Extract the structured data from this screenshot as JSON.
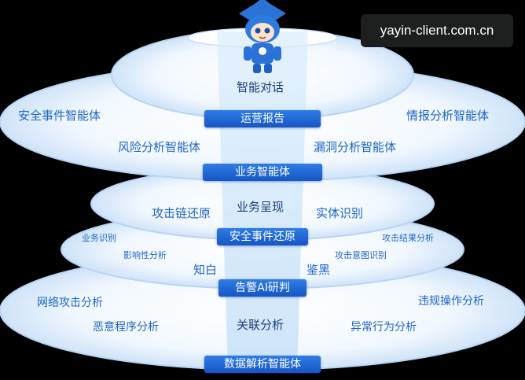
{
  "watermark": "yayin-client.com.cn",
  "colors": {
    "background": "#000000",
    "label_blue": "#1d66c7",
    "band_blue": "#1f68d6",
    "disc_fill": "#eef6ff",
    "disc_edge": "#b9d7f7",
    "center_beam": "#cfe6fb"
  },
  "mascot": "robot-mascot-icon",
  "top_level": {
    "center": "智能对话",
    "band": "运营报告"
  },
  "business_level": {
    "left_outer": "安全事件智能体",
    "right_outer": "情报分析智能体",
    "left_inner": "风险分析智能体",
    "right_inner": "漏洞分析智能体",
    "band": "业务智能体"
  },
  "event_level": {
    "left": "攻击链还原",
    "center": "业务呈现",
    "right": "实体识别",
    "band": "安全事件还原"
  },
  "alert_level": {
    "left_1": "业务识别",
    "left_2": "影响性分析",
    "left_3": "知白",
    "right_1": "攻击结果分析",
    "right_2": "攻击意图识别",
    "right_3": "鉴黑",
    "band": "告警AI研判"
  },
  "data_level": {
    "left_1": "网络攻击分析",
    "left_2": "恶意程序分析",
    "center": "关联分析",
    "right_1": "违规操作分析",
    "right_2": "异常行为分析",
    "band": "数据解析智能体"
  }
}
